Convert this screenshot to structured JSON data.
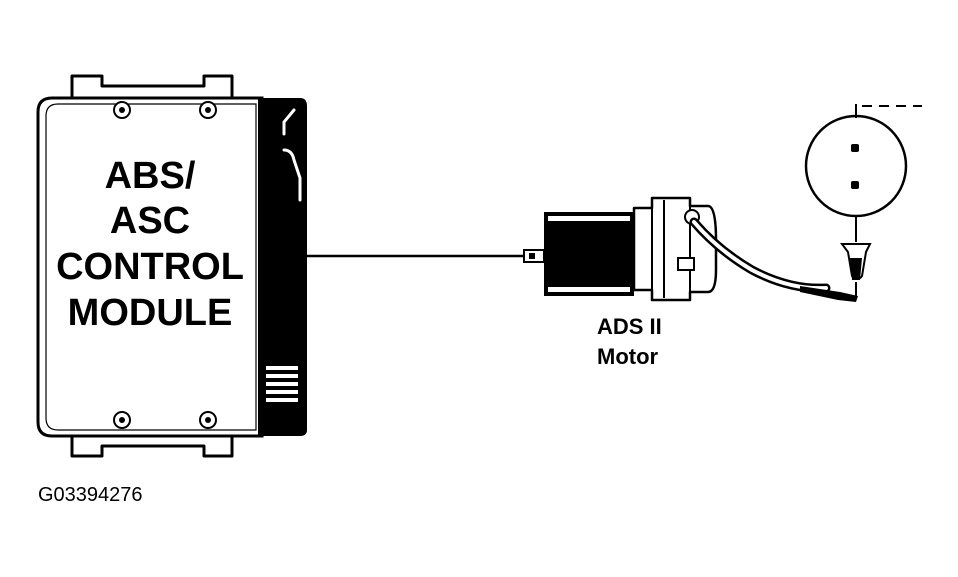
{
  "module": {
    "line1": "ABS/",
    "line2": "ASC",
    "line3": "CONTROL",
    "line4": "MODULE"
  },
  "motor": {
    "line1": "ADS II",
    "line2": "Motor"
  },
  "figure_id": "G03394276"
}
